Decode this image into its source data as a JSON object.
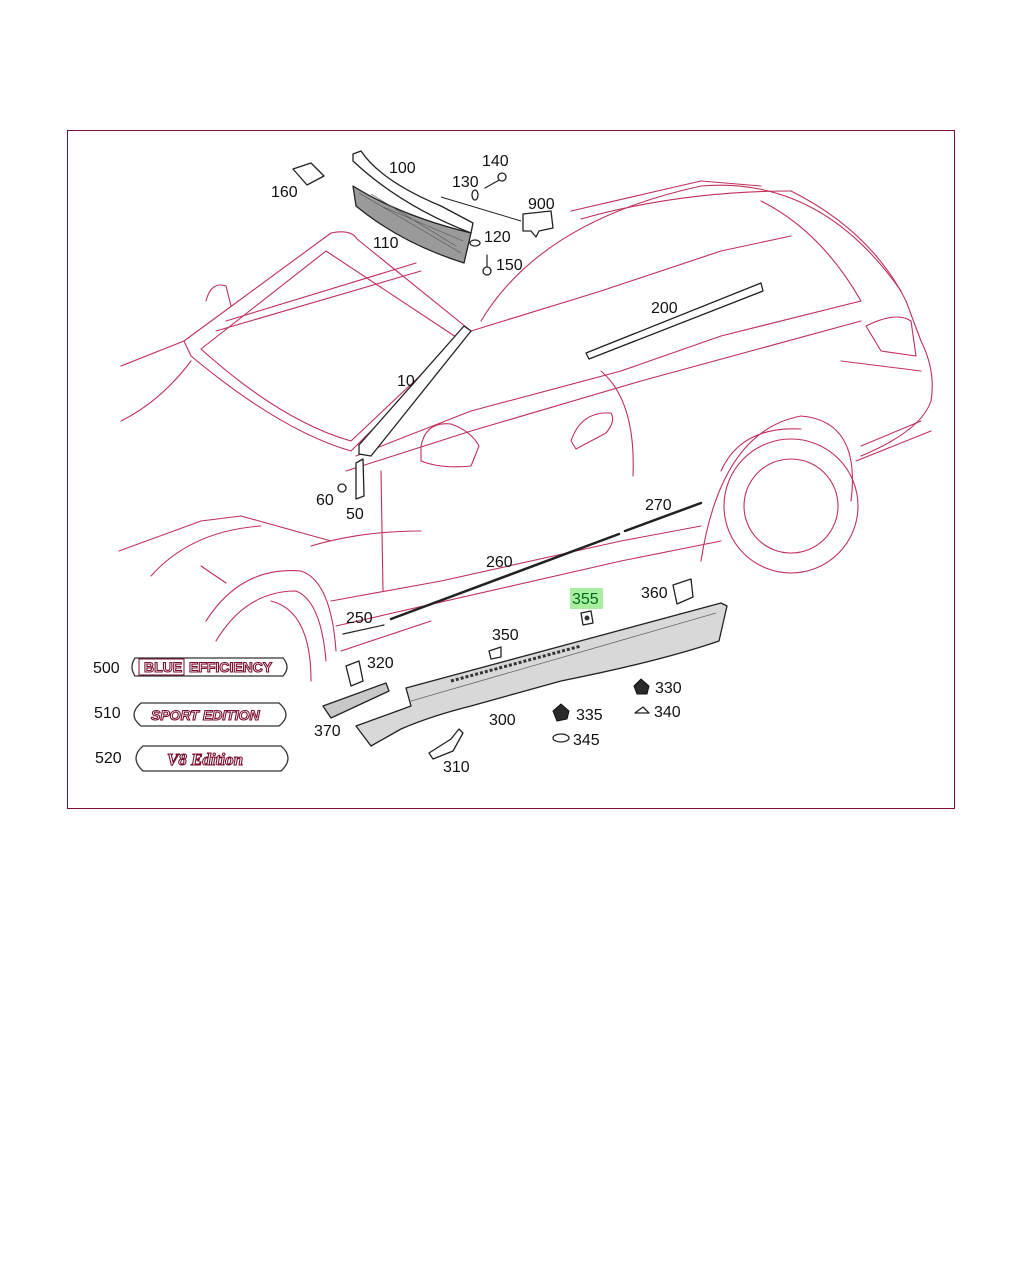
{
  "callouts": {
    "c10": "10",
    "c50": "50",
    "c60": "60",
    "c100": "100",
    "c110": "110",
    "c120": "120",
    "c130": "130",
    "c140": "140",
    "c150": "150",
    "c160": "160",
    "c200": "200",
    "c250": "250",
    "c260": "260",
    "c270": "270",
    "c300": "300",
    "c310": "310",
    "c320": "320",
    "c330": "330",
    "c335": "335",
    "c340": "340",
    "c345": "345",
    "c350": "350",
    "c355": "355",
    "c360": "360",
    "c370": "370",
    "c500": "500",
    "c510": "510",
    "c520": "520",
    "c900": "900"
  },
  "badges": {
    "blue": "BLUE",
    "efficiency": "EFFICIENCY",
    "sport": "SPORT EDITION",
    "v8": "V8 Edition"
  },
  "highlight": {
    "part": "355",
    "color": "#a8f0a0"
  },
  "colors": {
    "car_outline": "#c0305a",
    "frame": "#7a1030"
  }
}
